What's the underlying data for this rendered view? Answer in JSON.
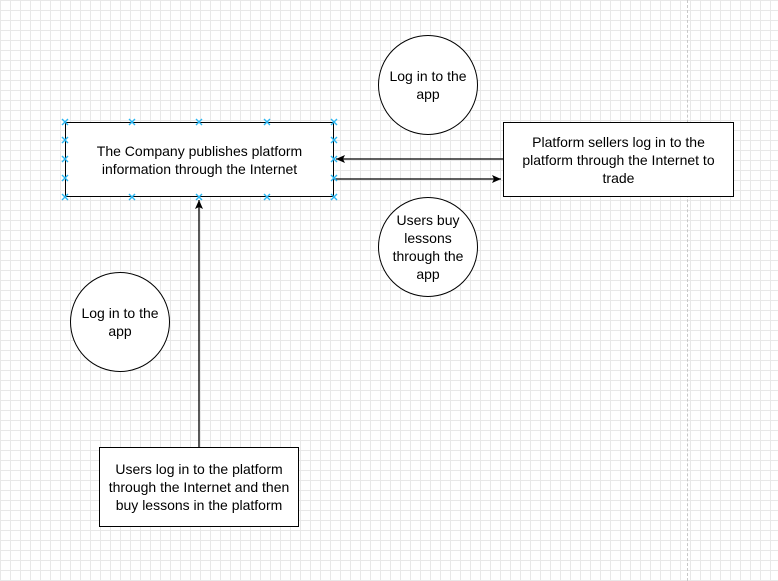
{
  "diagram": {
    "nodes": {
      "company": "The Company publishes platform information through the Internet",
      "sellers": "Platform sellers log in to the platform through the Internet to trade",
      "users": "Users log in to the platform through the Internet and then buy lessons in the platform",
      "login_top": "Log in to the app",
      "buy_lessons": "Users buy lessons through the app",
      "login_left": "Log in to the app"
    },
    "selection_color": "#29b6f2"
  }
}
